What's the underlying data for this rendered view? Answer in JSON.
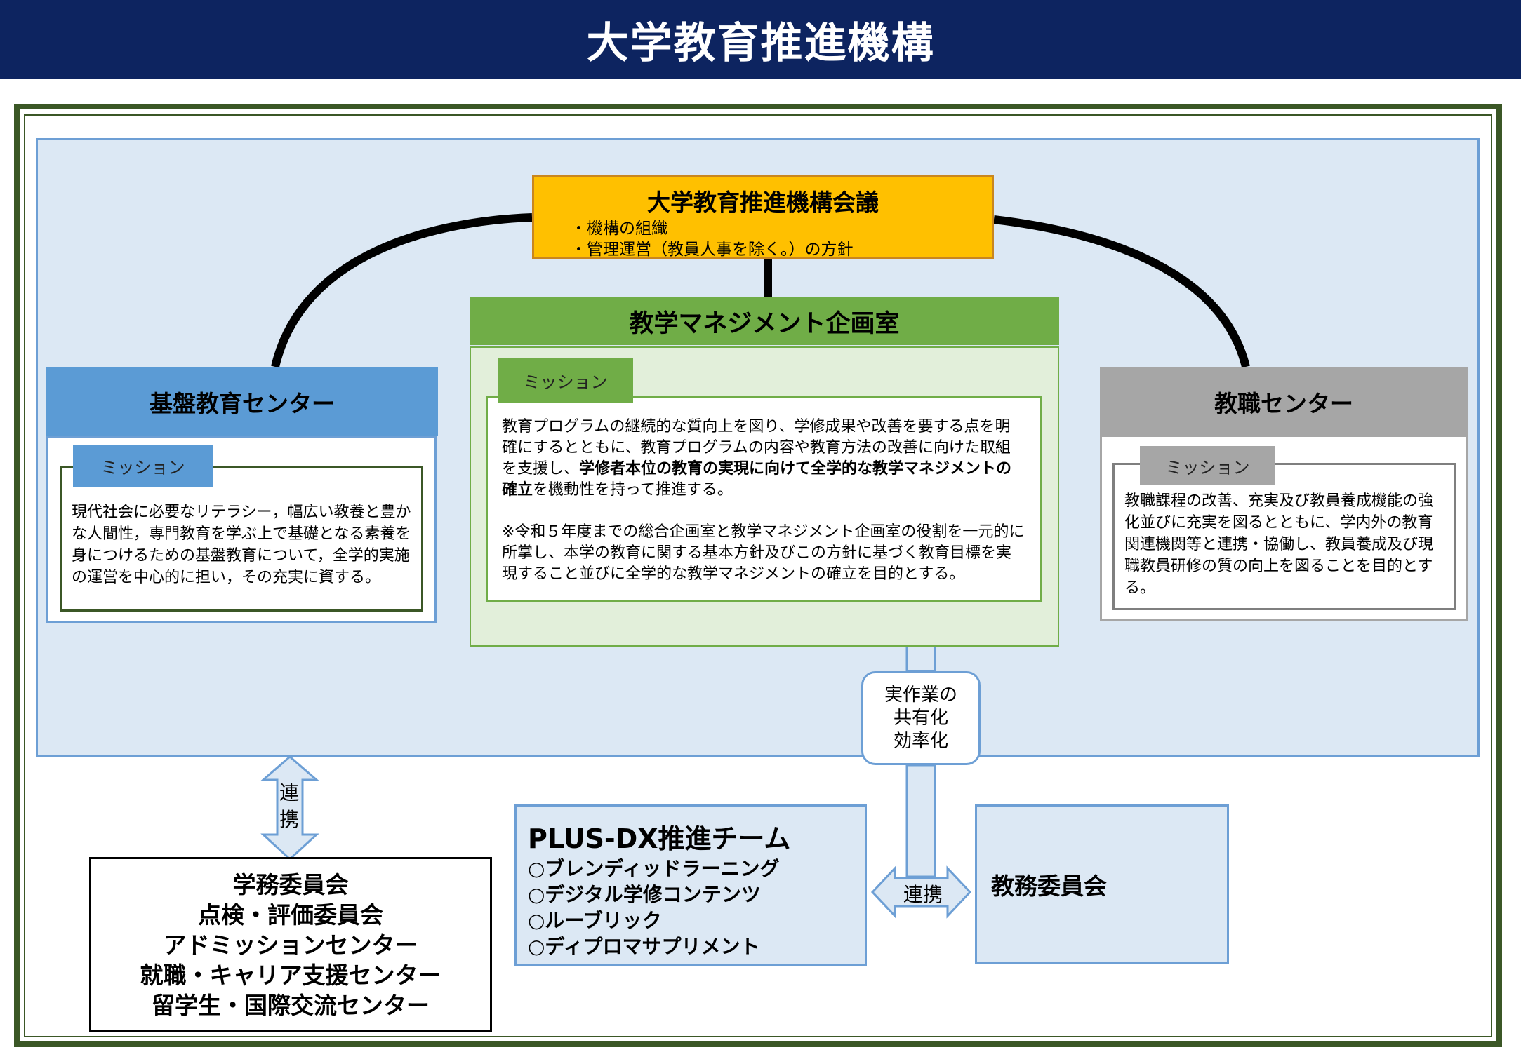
{
  "header": {
    "title": "大学教育推進機構"
  },
  "council": {
    "title": "大学教育推進機構会議",
    "items": [
      "・機構の組織",
      "・管理運営（教員人事を除く。）の方針"
    ]
  },
  "teaching_management_office": {
    "title": "教学マネジメント企画室",
    "mission_label": "ミッション",
    "text_part1": "教育プログラムの継続的な質向上を図り、学修成果や改善を要する点を明確にするとともに、教育プログラムの内容や教育方法の改善に向けた取組を支援し、",
    "text_bold": "学修者本位の教育の実現に向けて全学的な教学マネジメントの確立",
    "text_part2": "を機動性を持って推進する。",
    "note": "※令和５年度までの総合企画室と教学マネジメント企画室の役割を一元的に所掌し、本学の教育に関する基本方針及びこの方針に基づく教育目標を実現すること並びに全学的な教学マネジメントの確立を目的とする。"
  },
  "kiban_center": {
    "title": "基盤教育センター",
    "mission_label": "ミッション",
    "text": "現代社会に必要なリテラシー，幅広い教養と豊かな人間性，専門教育を学ぶ上で基礎となる素養を身につけるための基盤教育について，全学的実施の運営を中心的に担い，その充実に資する。"
  },
  "kyoshoku_center": {
    "title": "教職センター",
    "mission_label": "ミッション",
    "text": "教職課程の改善、充実及び教員養成機能の強化並びに充実を図るとともに、学内外の教育関連機関等と連携・協働し、教員養成及び現職教員研修の質の向上を図ることを目的とする。"
  },
  "sharing_label": [
    "実作業の",
    "共有化",
    "効率化"
  ],
  "renkei_vertical": [
    "連",
    "携"
  ],
  "renkei_horizontal": "連携",
  "committees": [
    "学務委員会",
    "点検・評価委員会",
    "アドミッションセンター",
    "就職・キャリア支援センター",
    "留学生・国際交流センター"
  ],
  "dx_team": {
    "title": "PLUS-DX推進チーム",
    "items": [
      "○ブレンディッドラーニング",
      "○デジタル学修コンテンツ",
      "○ルーブリック",
      "○ディプロマサプリメント"
    ]
  },
  "kyomu_committee": "教務委員会",
  "colors": {
    "header": "#0d2460",
    "frame": "#3b5726",
    "panel": "#dce8f4",
    "council": "#ffc000",
    "green": "#70ad47",
    "blue": "#5b9bd5",
    "gray": "#a6a6a6"
  }
}
